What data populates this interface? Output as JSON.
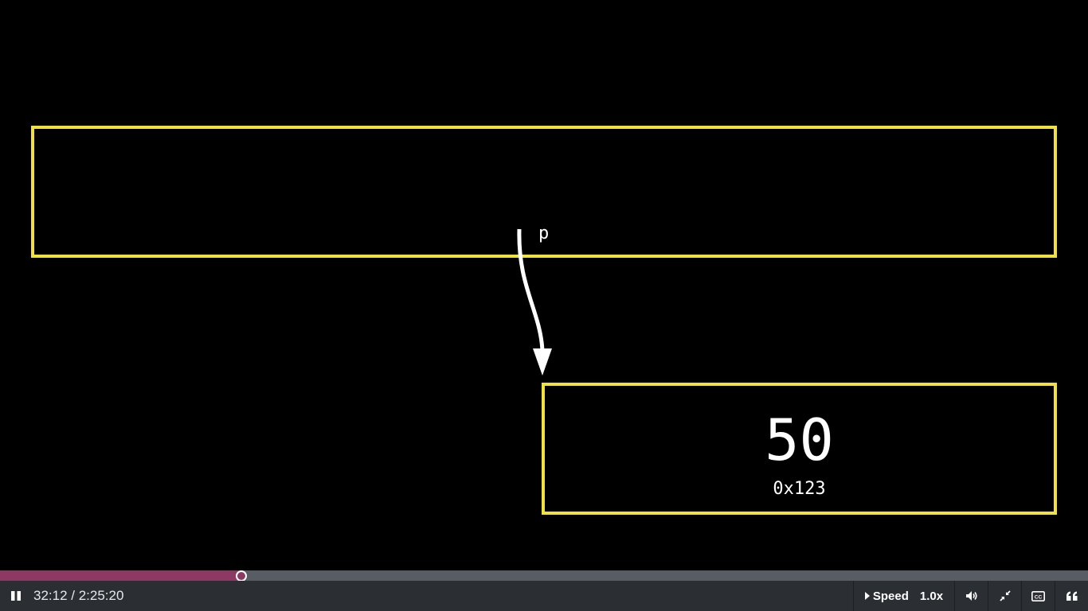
{
  "video": {
    "stack_box_label": "",
    "pointer_label": "p",
    "heap_value": "50",
    "heap_address": "0x123"
  },
  "player": {
    "elapsed": "32:12",
    "duration": "2:25:20",
    "time_display": "32:12 / 2:25:20",
    "progress_fraction": 0.2216,
    "speed_label": "Speed",
    "speed_value": "1.0x",
    "is_playing": true,
    "icons": {
      "play_toggle": "pause-icon",
      "speed": "triangle-right-icon",
      "volume": "volume-icon",
      "exit_fullscreen": "exit-fullscreen-icon",
      "captions": "closed-captions-icon",
      "transcript": "quote-icon"
    }
  },
  "colors": {
    "box_border": "#f0e23a",
    "progress_played": "#8c3a63",
    "progress_track": "#585c63",
    "control_bar": "#2b2e32"
  }
}
